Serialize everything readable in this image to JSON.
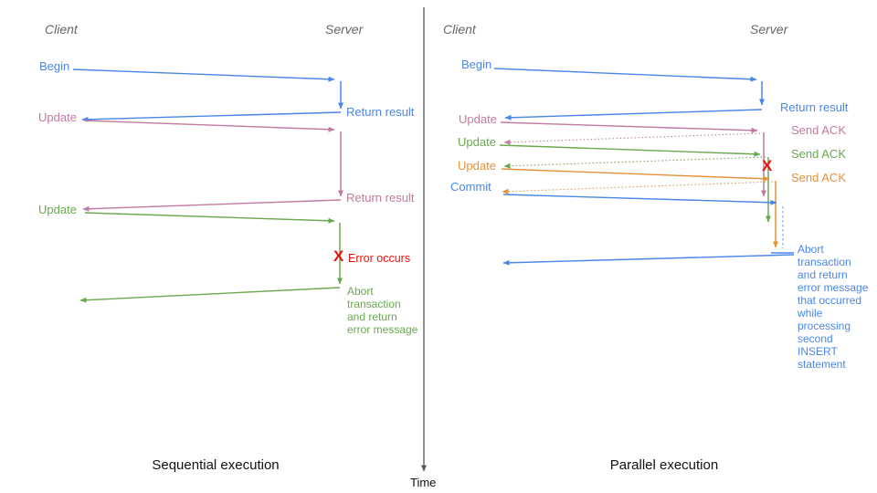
{
  "diagram": {
    "time_axis_label": "Time",
    "colors": {
      "blue": "#4a86e8",
      "pink": "#c27ba0",
      "green": "#6aa84f",
      "orange": "#e69138",
      "red": "#ee0f0f",
      "header_gray": "#666666"
    }
  },
  "left": {
    "title": "Sequential execution",
    "client_header": "Client",
    "server_header": "Server",
    "begin_label": "Begin",
    "return_result_1": "Return result",
    "update_1": "Update",
    "return_result_2": "Return result",
    "update_2": "Update",
    "error_x": "X",
    "error_label": "Error occurs",
    "abort_note": "Abort\ntransaction\nand return\nerror message"
  },
  "right": {
    "title": "Parallel execution",
    "client_header": "Client",
    "server_header": "Server",
    "begin_label": "Begin",
    "return_result": "Return result",
    "update_1": "Update",
    "send_ack_1": "Send ACK",
    "update_2": "Update",
    "send_ack_2": "Send ACK",
    "update_3": "Update",
    "send_ack_3": "Send ACK",
    "commit_label": "Commit",
    "error_x": "X",
    "abort_note": "Abort\ntransaction\nand return\nerror message\nthat occurred\nwhile\nprocessing\nsecond\nINSERT\nstatement"
  }
}
